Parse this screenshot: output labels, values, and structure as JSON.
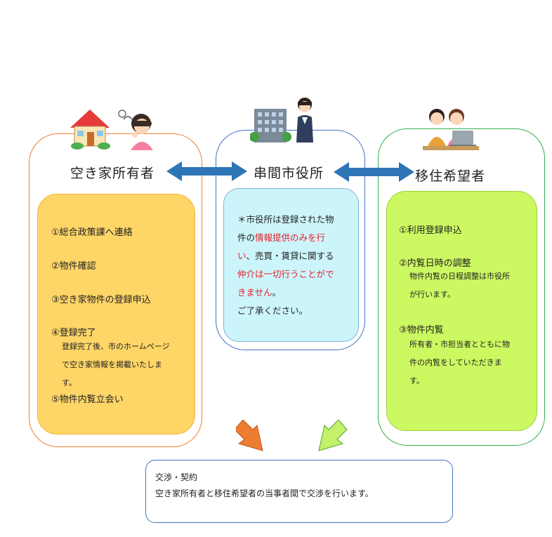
{
  "owner": {
    "heading": "空き家所有者",
    "steps": [
      "①総合政策課へ連絡",
      "②物件確認",
      "③空き家物件の登録申込",
      "④登録完了",
      "⑤物件内覧立会い"
    ],
    "step4_detail": [
      "登録完了後、市のホームページ",
      "で空き家情報を掲載いたしま",
      "す。"
    ]
  },
  "city": {
    "heading": "串間市役所",
    "line1": "＊市役所は登録された物",
    "line2_a": "件の",
    "line2_b": "情報提供のみを行",
    "line3_a": "い",
    "line3_b": "、売買・賃貸に関する",
    "line4": "仲介は一切行うことがで",
    "line5_a": "きません",
    "line5_b": "。",
    "line6": "ご了承ください。"
  },
  "seeker": {
    "heading": "移住希望者",
    "steps": [
      "①利用登録申込",
      "②内覧日時の調整",
      "③物件内覧"
    ],
    "step2_detail": [
      "物件内覧の日程調整は市役所",
      "が行います。"
    ],
    "step3_detail": [
      "所有者・市担当者とともに物",
      "件の内覧をしていただきま",
      "す。"
    ]
  },
  "bottom": {
    "title": "交渉・契約",
    "text": "空き家所有者と移住希望者の当事者間で交渉を行います。"
  },
  "colors": {
    "owner_border": "#ef7f2f",
    "owner_fill": "#fed567",
    "city_border": "#4472c4",
    "city_fill": "#ccf5fb",
    "seeker_border": "#2fae4a",
    "seeker_fill": "#ccf861",
    "arrow_blue": "#2e75b6",
    "arrow_orange": "#ed7d31",
    "arrow_green": "#c5f06a",
    "highlight_red": "#e2202a"
  },
  "icons": [
    "house-icon",
    "worried-woman-icon",
    "city-hall-building-icon",
    "staff-woman-icon",
    "couple-with-laptop-icon"
  ]
}
